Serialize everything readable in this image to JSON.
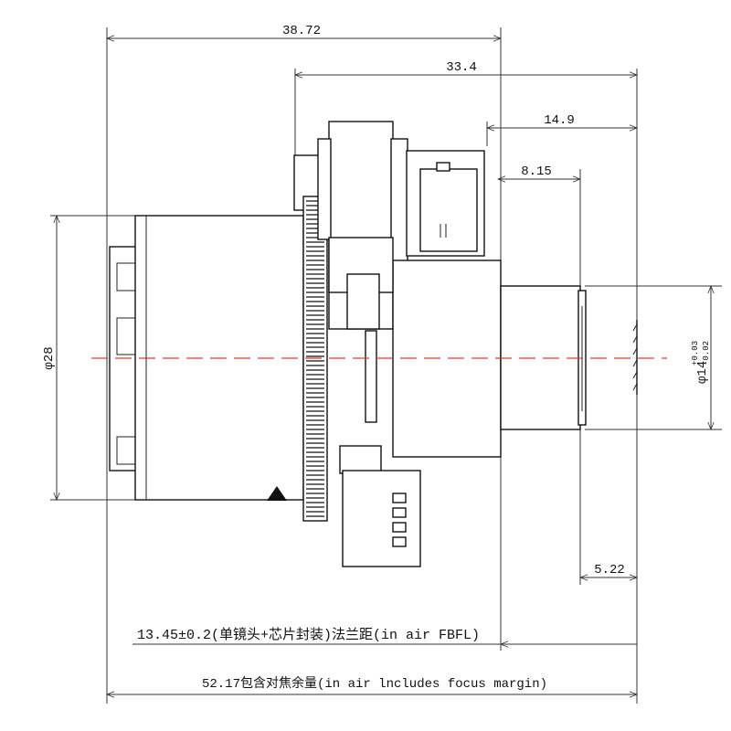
{
  "dimensions": {
    "overall_lens_length": "38.72",
    "body_length": "33.4",
    "rear_length": "14.9",
    "mount_length": "8.15",
    "sensor_offset": "5.22",
    "front_diameter": "φ28",
    "mount_diameter": "φ14",
    "mount_tol_upper": "+0.03",
    "mount_tol_lower": "-0.02",
    "flange_distance": "13.45±0.2(单镜头+芯片封装)法兰距(in air FBFL)",
    "total_length": "52.17包含对焦余量(in air lncludes focus margin)"
  },
  "colors": {
    "centerline": "#e53935",
    "line": "#111111"
  }
}
